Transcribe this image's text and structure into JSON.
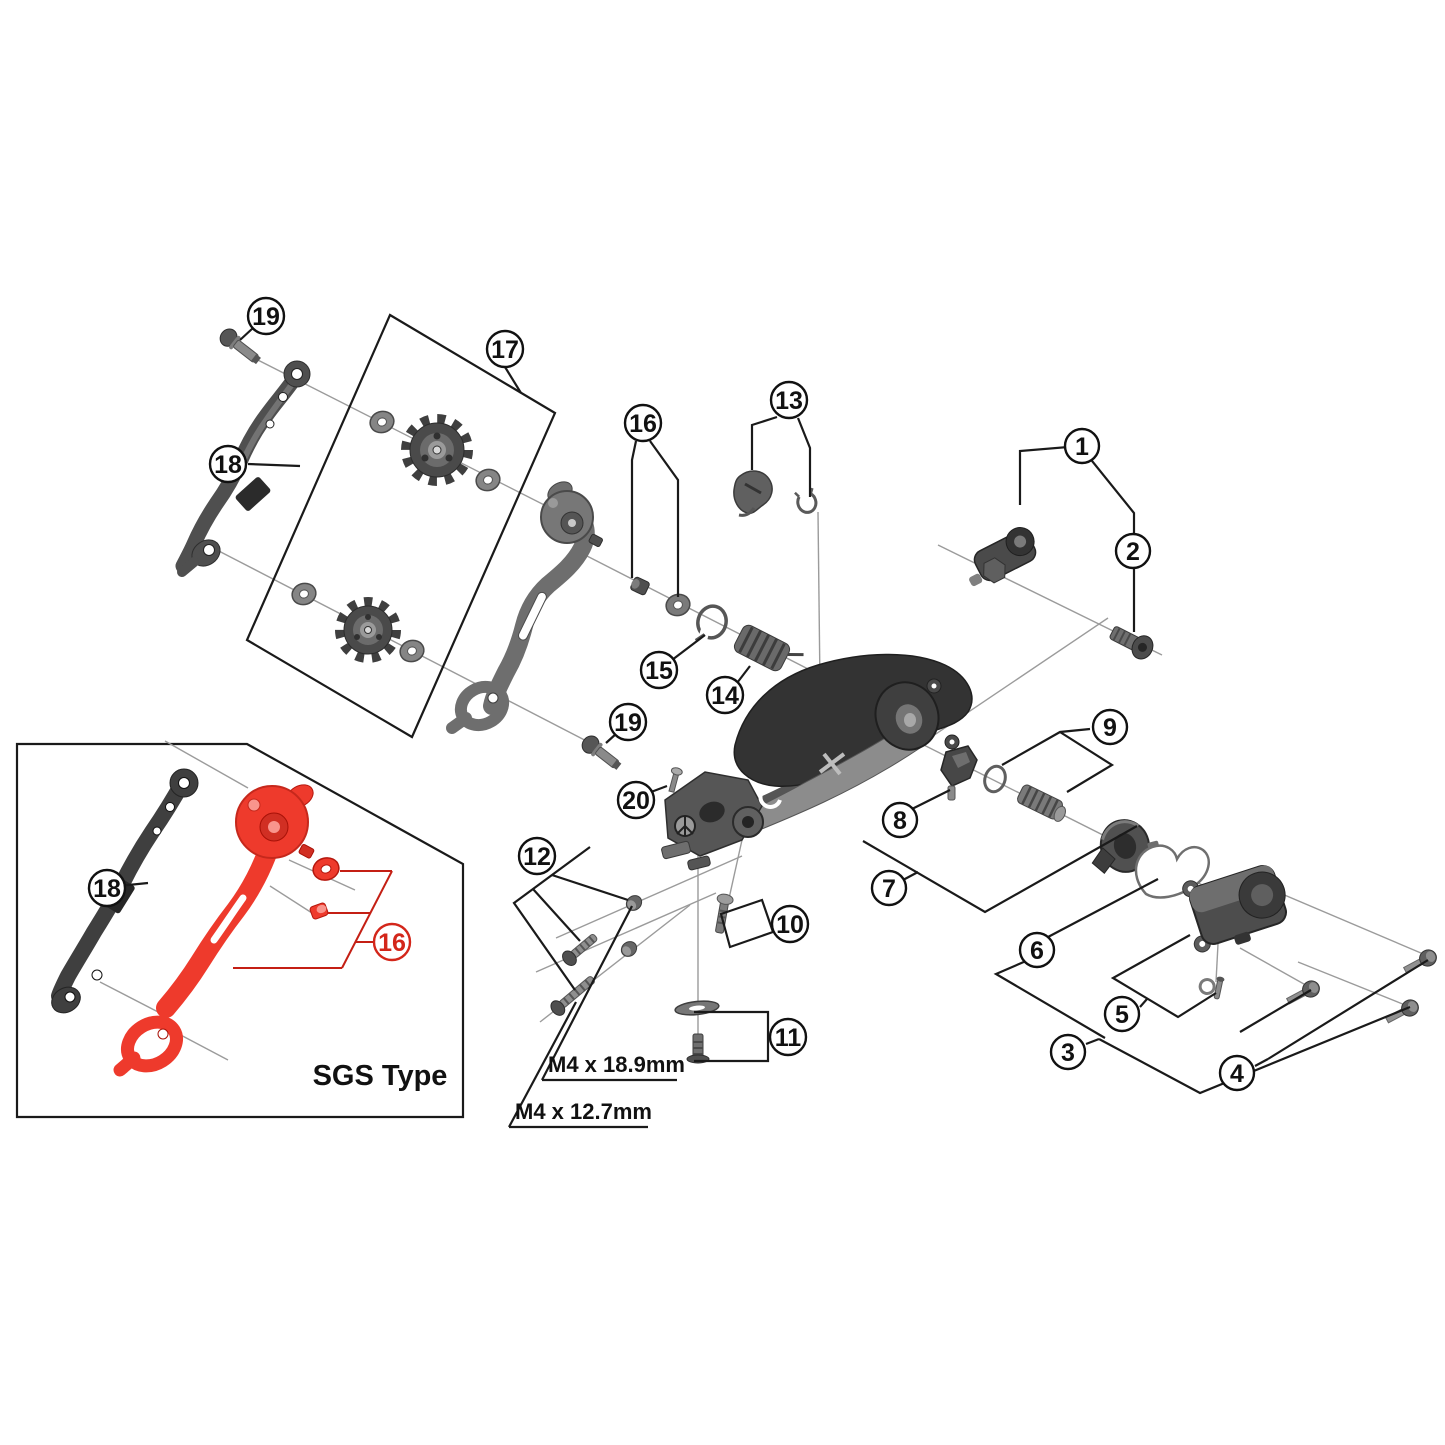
{
  "figure": {
    "type": "exploded-parts-diagram",
    "subject": "rear derailleur assembly",
    "background_color": "#ffffff",
    "line_color": "#1a1a1a",
    "guide_line_color": "#9b9b9b",
    "highlight_color": "#ee3a2c",
    "highlight_line_color": "#c41f14"
  },
  "callouts": {
    "c1": "1",
    "c2": "2",
    "c3": "3",
    "c4": "4",
    "c5": "5",
    "c6": "6",
    "c7": "7",
    "c8": "8",
    "c9": "9",
    "c10": "10",
    "c11": "11",
    "c12": "12",
    "c13": "13",
    "c14": "14",
    "c15": "15",
    "c16": "16",
    "c17": "17",
    "c18": "18",
    "c19_top": "19",
    "c19_mid": "19",
    "c20": "20",
    "c16_inset": "16",
    "c18_inset": "18"
  },
  "labels": {
    "bolt_spec_long": "M4 x 18.9mm",
    "bolt_spec_short": "M4 x 12.7mm",
    "inset_title": "SGS Type"
  }
}
